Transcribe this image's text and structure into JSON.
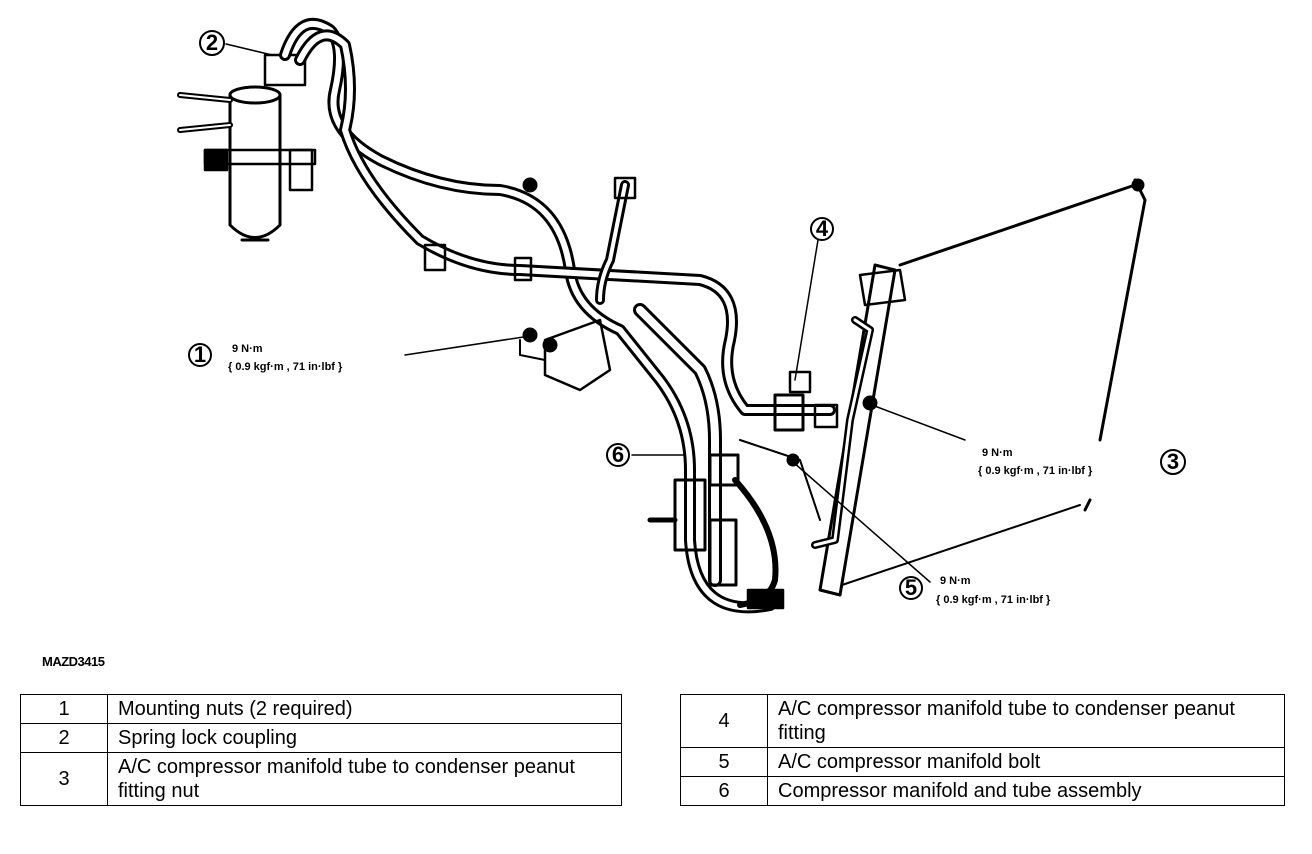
{
  "figure_code": "MAZD3415",
  "callouts": [
    {
      "num": "1",
      "torque_line1": "9 N·m",
      "torque_line2": "{ 0.9 kgf·m , 71 in·lbf }"
    },
    {
      "num": "2"
    },
    {
      "num": "3",
      "torque_line1": "9 N·m",
      "torque_line2": "{ 0.9 kgf·m , 71 in·lbf }"
    },
    {
      "num": "4"
    },
    {
      "num": "5",
      "torque_line1": "9 N·m",
      "torque_line2": "{ 0.9 kgf·m , 71 in·lbf }"
    },
    {
      "num": "6"
    }
  ],
  "legend_left": [
    {
      "num": "1",
      "text": "Mounting nuts (2 required)"
    },
    {
      "num": "2",
      "text": "Spring lock coupling"
    },
    {
      "num": "3",
      "text": "A/C compressor manifold tube to condenser peanut fitting nut"
    }
  ],
  "legend_right": [
    {
      "num": "4",
      "text": "A/C compressor manifold tube to condenser peanut fitting"
    },
    {
      "num": "5",
      "text": "A/C compressor manifold bolt"
    },
    {
      "num": "6",
      "text": "Compressor manifold and tube assembly"
    }
  ]
}
